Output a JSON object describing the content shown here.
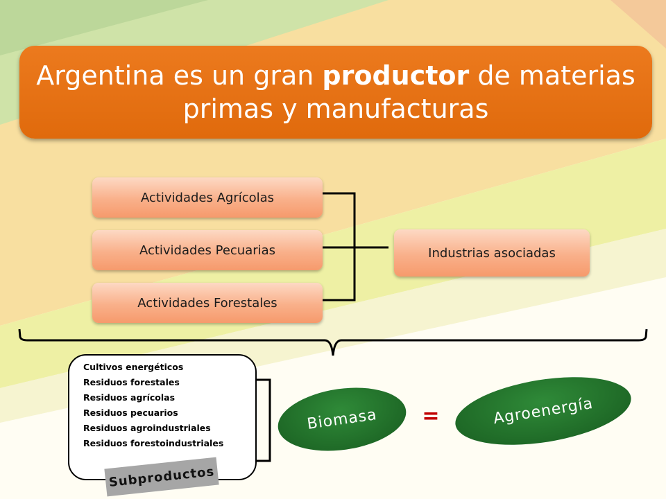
{
  "title": {
    "before": "Argentina es un gran ",
    "bold": "productor",
    "after": " de materias primas y manufacturas"
  },
  "activities": [
    "Actividades Agrícolas",
    "Actividades Pecuarias",
    "Actividades Forestales"
  ],
  "industries": "Industrias asociadas",
  "byproducts": {
    "items": [
      "Cultivos energéticos",
      "Residuos forestales",
      "Residuos agrícolas",
      "Residuos pecuarios",
      "Residuos agroindustriales",
      "Residuos forestoindustriales"
    ],
    "label": "Subproductos"
  },
  "equation": {
    "left": "Biomasa",
    "operator": "=",
    "right": "Agroenergía"
  },
  "colors": {
    "title_fill": "#e46f10",
    "box_fill": "#f9b08a",
    "ellipse_fill": "#1f6a27",
    "equals": "#c00000",
    "label_fill": "#a6a6a6"
  }
}
